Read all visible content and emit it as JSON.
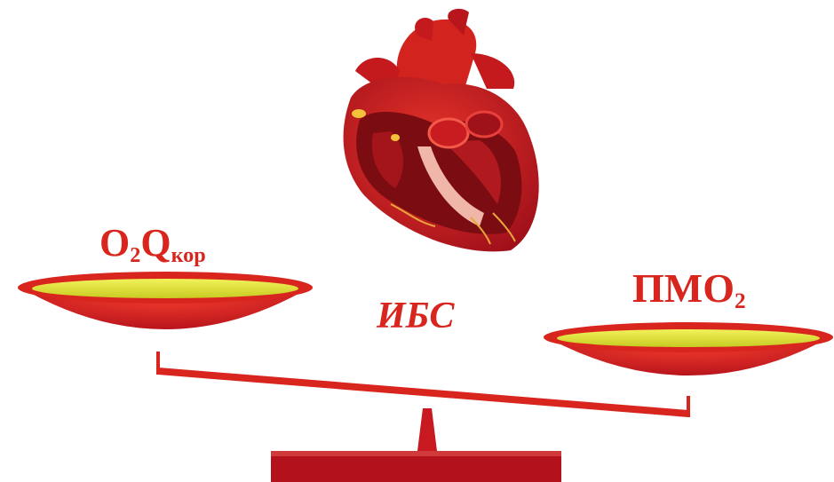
{
  "labels": {
    "left": {
      "main": "O",
      "sub1": "2",
      "mid": "Q",
      "sub2": "кор"
    },
    "right": {
      "main": "ПМО",
      "sub": "2"
    },
    "center": "ИБС"
  },
  "colors": {
    "red": "#d8261f",
    "dark_red": "#a8121a",
    "yellow": "#d9e23a",
    "base": "#b3121c"
  },
  "icons": {
    "heart": "anatomical-heart-icon"
  }
}
